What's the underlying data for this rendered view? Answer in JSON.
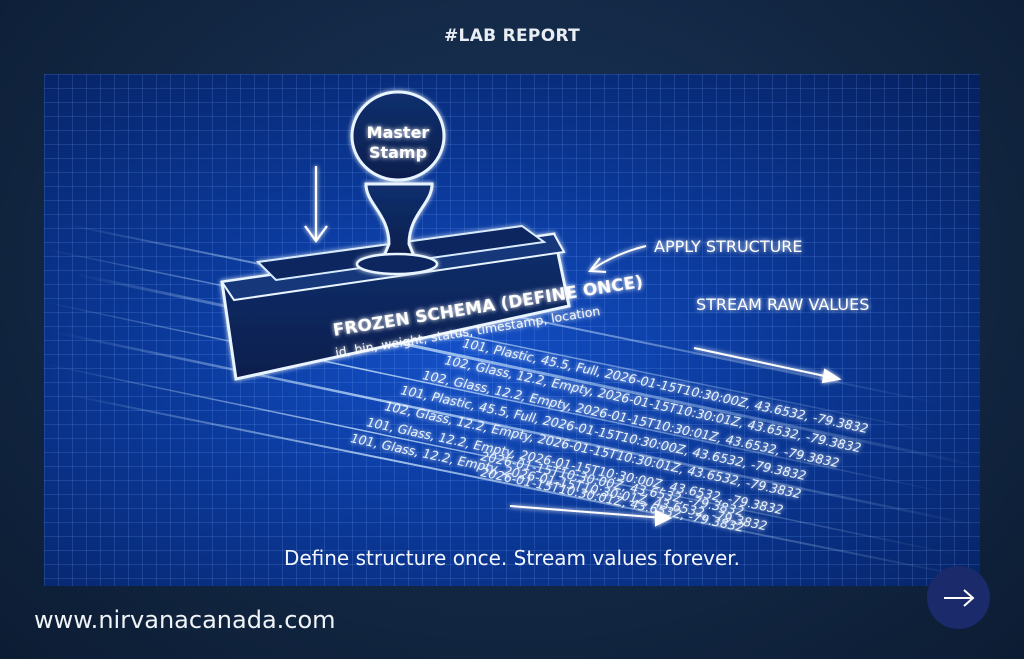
{
  "header": {
    "tag": "#LAB REPORT"
  },
  "illustration": {
    "stamp_handle_label_line1": "Master",
    "stamp_handle_label_line2": "Stamp",
    "stamp_title": "FROZEN SCHEMA (DEFINE ONCE)",
    "stamp_fields": "id, bin, weight, status, timestamp, location",
    "apply_label": "APPLY STRUCTURE",
    "stream_label": "STREAM RAW VALUES",
    "data_rows": [
      "101, Plastic, 45.5, Full, 2026-01-15T10:30:00Z, 43.6532, -79.3832",
      "102, Glass, 12.2, Empty, 2026-01-15T10:30:01Z, 43.6532, -79.3832",
      "102, Glass, 12.2, Empty, 2026-01-15T10:30:01Z, 43.6532, -79.3832",
      "101, Plastic, 45.5, Full, 2026-01-15T10:30:00Z, 43.6532, -79.3832",
      "102, Glass, 12.2, Empty, 2026-01-15T10:30:01Z, 43.6532, -79.3832",
      "101, Glass, 12.2, Empty, 2026-01-15T10:30:00Z, 43.6532, -79.3832",
      "101, Glass, 12.2, Empty, 2026-01-15T10:30:01Z, 43.6532, -79.3832",
      "2026-01-15T10:30:00Z, 43.6532, -79.3832",
      "2026-01-15T10:30:01Z, 43.6532, -79.3832"
    ],
    "caption": "Define structure once. Stream values forever."
  },
  "footer": {
    "website": "www.nirvanacanada.com",
    "next_icon": "arrow-right-icon"
  },
  "colors": {
    "background": "#142a48",
    "illustration_blue": "#0b3a9c",
    "glow": "#bfe3ff",
    "button": "#1b2a6b"
  }
}
